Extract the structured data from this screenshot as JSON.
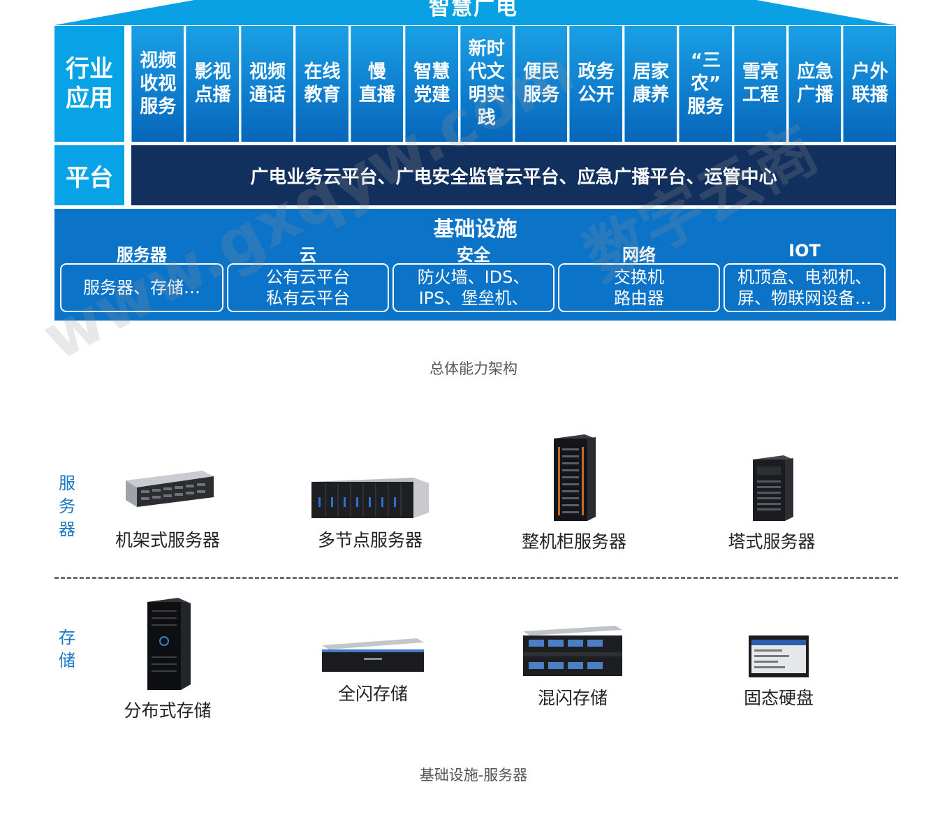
{
  "diagram": {
    "title": "智慧广电",
    "industry_label": "行业\n应用",
    "apps": [
      "视频\n收视\n服务",
      "影视\n点播",
      "视频\n通话",
      "在线\n教育",
      "慢\n直播",
      "智慧\n党建",
      "新时\n代文\n明实\n践",
      "便民\n服务",
      "政务\n公开",
      "居家\n康养",
      "“三\n农”\n服务",
      "雪亮\n工程",
      "应急\n广播",
      "户外\n联播"
    ],
    "platform_label": "平台",
    "platform_text": "广电业务云平台、广电安全监管云平台、应急广播平台、运管中心",
    "infra_title": "基础设施",
    "infra": [
      {
        "head": "服务器",
        "body": "服务器、存储…"
      },
      {
        "head": "云",
        "body": "公有云平台\n私有云平台"
      },
      {
        "head": "安全",
        "body": "防火墙、IDS、\nIPS、堡垒机、"
      },
      {
        "head": "网络",
        "body": "交换机\n路由器"
      },
      {
        "head": "IOT",
        "body": "机顶盒、电视机、\n屏、物联网设备…"
      }
    ],
    "watermark_1": "www.gxqyw.com",
    "watermark_2": "数字云商",
    "caption": "总体能力架构"
  },
  "hardware": {
    "server_label": "服\n务\n器",
    "servers": [
      "机架式服务器",
      "多节点服务器",
      "整机柜服务器",
      "塔式服务器"
    ],
    "storage_label": "存\n储",
    "storage": [
      "分布式存储",
      "全闪存储",
      "混闪存储",
      "固态硬盘"
    ],
    "caption": "基础设施-服务器"
  },
  "colors": {
    "light_blue": "#07a3e6",
    "mid_blue": "#0b73c8",
    "navy": "#12305d",
    "label_blue": "#1c79c5"
  }
}
